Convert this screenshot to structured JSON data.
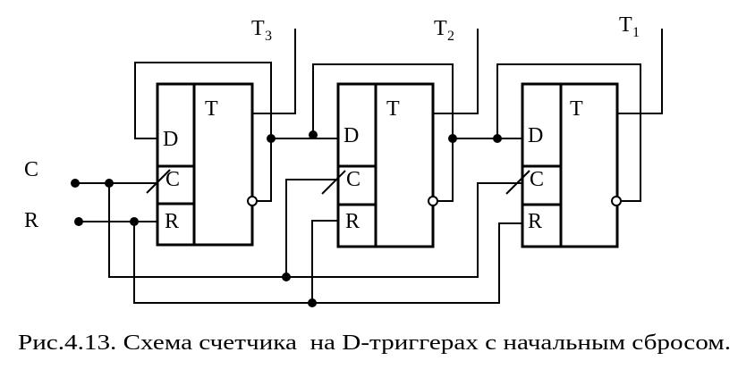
{
  "inputs": {
    "clock": "C",
    "reset": "R"
  },
  "triggers": [
    {
      "type_label": "T",
      "pin_d": "D",
      "pin_c": "C",
      "pin_r": "R"
    },
    {
      "type_label": "T",
      "pin_d": "D",
      "pin_c": "C",
      "pin_r": "R"
    },
    {
      "type_label": "T",
      "pin_d": "D",
      "pin_c": "C",
      "pin_r": "R"
    }
  ],
  "outputs": [
    {
      "letter": "T",
      "index": "3"
    },
    {
      "letter": "T",
      "index": "2"
    },
    {
      "letter": "T",
      "index": "1"
    }
  ],
  "caption": "Рис.4.13. Схема счетчика  на D-триггерах с начальным сбросом."
}
